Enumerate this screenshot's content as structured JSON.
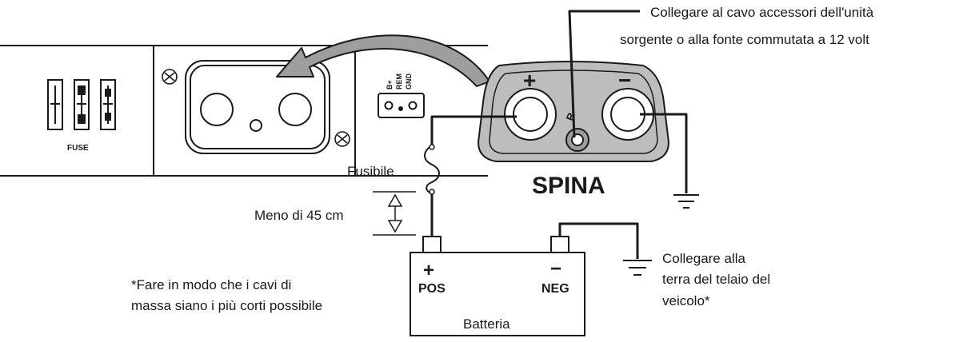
{
  "labels": {
    "accessory_line1": "Collegare al cavo accessori dell'unità",
    "accessory_line2": "sorgente o alla fonte commutata a 12 volt",
    "fuse_block": "FUSE",
    "terminal_b": "B+",
    "terminal_rem": "REM",
    "terminal_gnd": "GND",
    "plug_plus": "+",
    "plug_minus": "−",
    "plug_r": "R",
    "plug_name": "SPINA",
    "fuse": "Fusibile",
    "distance": "Meno di 45 cm",
    "battery_plus": "+",
    "battery_pos": "POS",
    "battery_minus": "−",
    "battery_neg": "NEG",
    "battery": "Batteria",
    "note_line1": "*Fare in modo che i cavi di",
    "note_line2": "massa siano i più corti possibile",
    "chassis_line1": "Collegare alla",
    "chassis_line2": "terra del telaio del",
    "chassis_line3": "veicolo*"
  },
  "colors": {
    "line": "#1a1a1a",
    "plug_fill": "#bdbdbd",
    "arrow_fill": "#9e9e9e",
    "background": "#ffffff"
  }
}
